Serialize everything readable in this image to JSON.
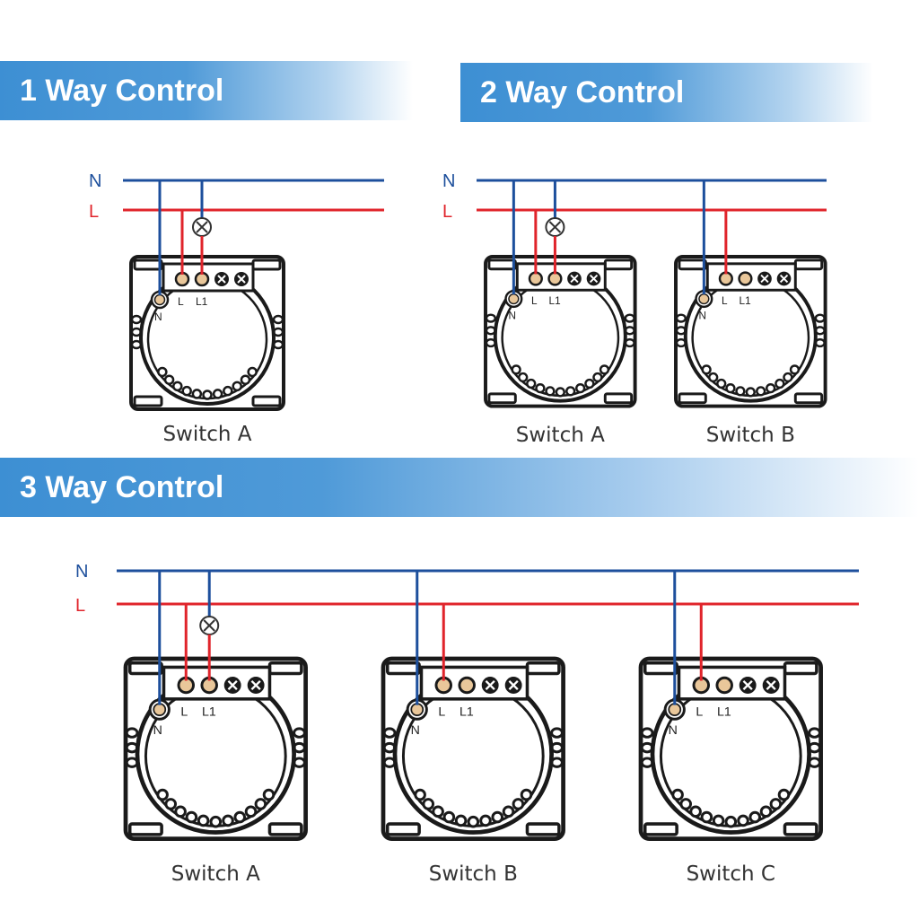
{
  "sections": [
    {
      "title": "1 Way Control",
      "wire_labels": {
        "n": "N",
        "l": "L"
      },
      "switches": [
        {
          "label": "Switch A",
          "has_lamp": true
        }
      ]
    },
    {
      "title": "2 Way Control",
      "wire_labels": {
        "n": "N",
        "l": "L"
      },
      "switches": [
        {
          "label": "Switch A",
          "has_lamp": true
        },
        {
          "label": "Switch B",
          "has_lamp": false
        }
      ]
    },
    {
      "title": "3 Way Control",
      "wire_labels": {
        "n": "N",
        "l": "L"
      },
      "switches": [
        {
          "label": "Switch A",
          "has_lamp": true
        },
        {
          "label": "Switch B",
          "has_lamp": false
        },
        {
          "label": "Switch C",
          "has_lamp": false
        }
      ]
    }
  ],
  "terminal_labels": {
    "n": "N",
    "l": "L",
    "l1": "L1"
  },
  "colors": {
    "neutral_wire": "#1d4f9c",
    "live_wire": "#e0242b",
    "n_label": "#1d4f9c",
    "l_label": "#e0242b",
    "banner": "#3d8fd3",
    "banner_text": "#ffffff"
  }
}
